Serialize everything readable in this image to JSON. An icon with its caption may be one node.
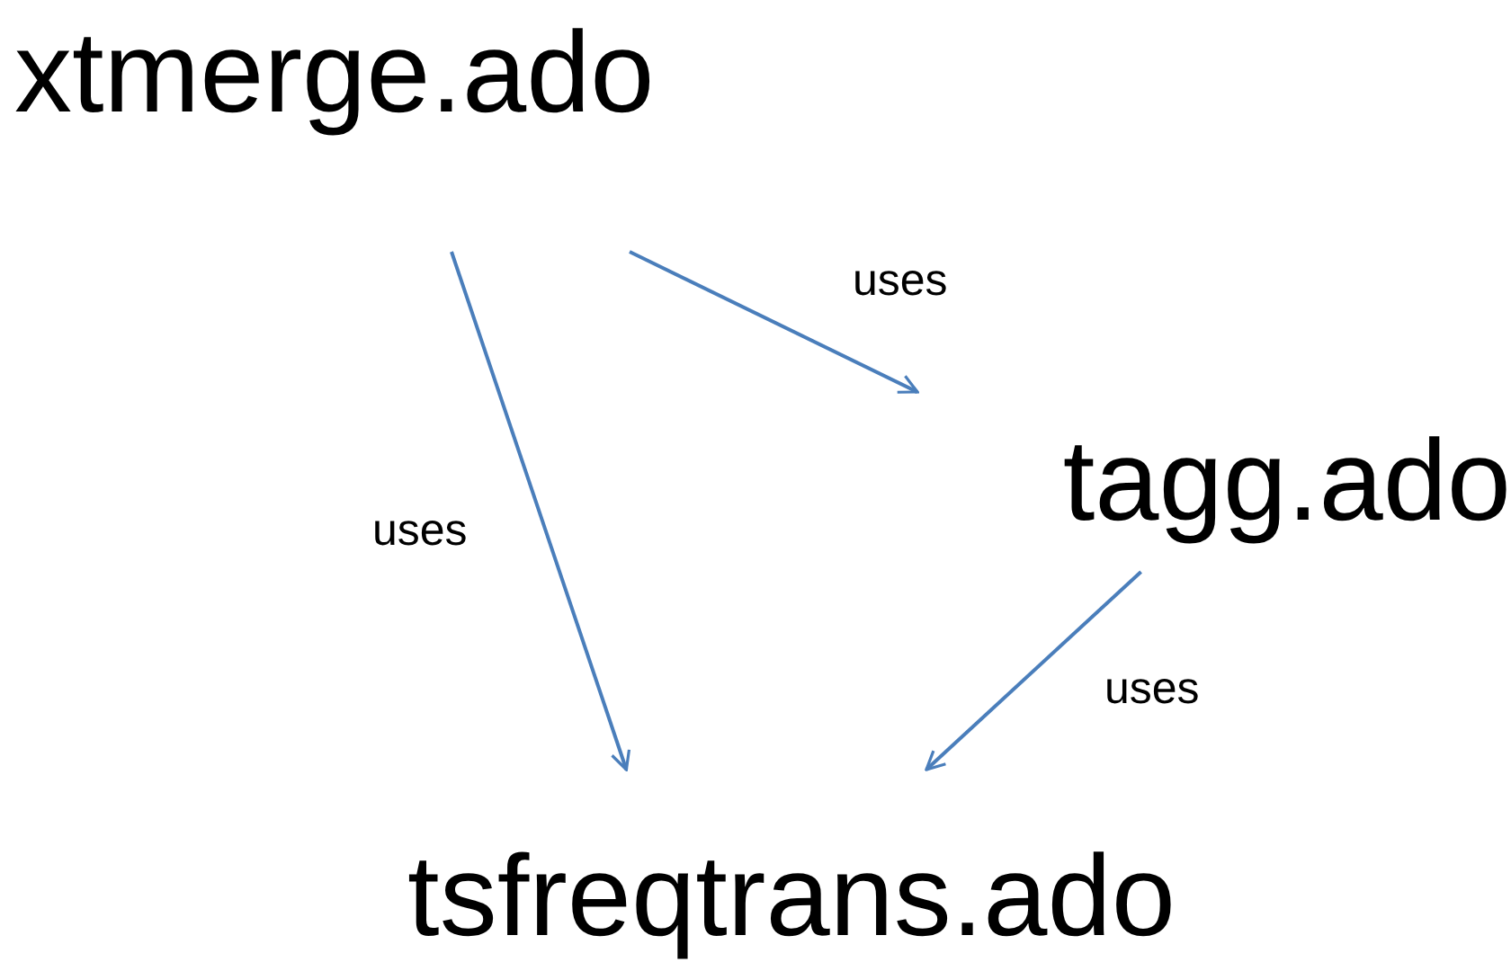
{
  "diagram": {
    "nodes": [
      {
        "text": [
          "xtmerge.ado"
        ]
      },
      {
        "text": [
          "tagg.ado"
        ]
      },
      {
        "text": [
          "tsfreqtrans.ado"
        ]
      }
    ],
    "edges": [
      {
        "from": 0,
        "to": 1,
        "arrow": "to",
        "label": "uses"
      },
      {
        "from": 0,
        "to": 2,
        "arrow": "to",
        "label": "uses"
      },
      {
        "from": 1,
        "to": 2,
        "arrow": "to",
        "label": "uses"
      }
    ]
  }
}
